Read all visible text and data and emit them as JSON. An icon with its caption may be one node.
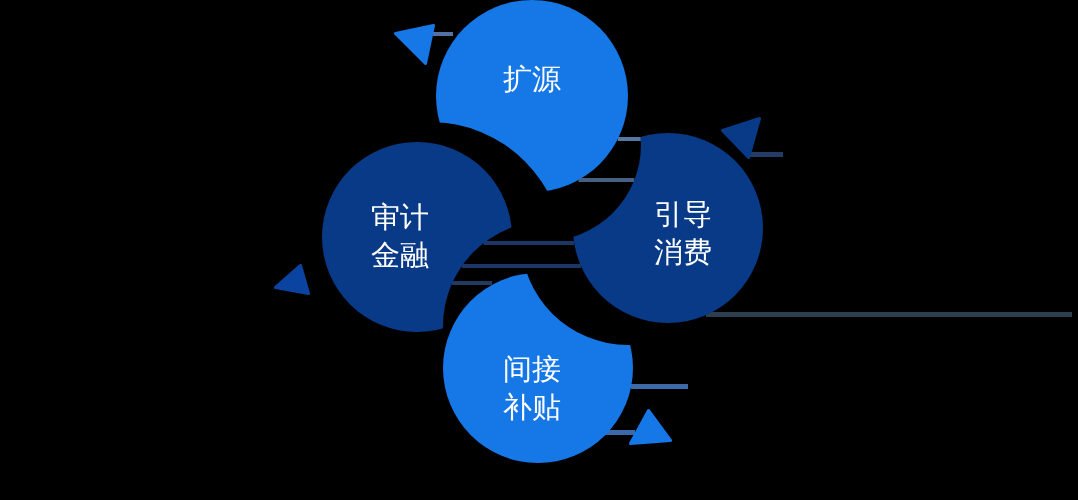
{
  "diagram": {
    "nodes": [
      {
        "text": [
          "扩源"
        ]
      },
      {
        "text": [
          "审计金融"
        ]
      },
      {
        "text": [
          "引导消费"
        ]
      },
      {
        "text": [
          "间接补贴"
        ]
      }
    ],
    "edges": [
      {
        "from": 0,
        "to": 2,
        "arrow": "none",
        "color": "#5577a0"
      },
      {
        "from": 0,
        "to": 2,
        "arrow": "none",
        "color": "#475f80"
      },
      {
        "from": 1,
        "to": 2,
        "arrow": "none"
      },
      {
        "from": 1,
        "to": 2,
        "arrow": "none"
      }
    ]
  }
}
